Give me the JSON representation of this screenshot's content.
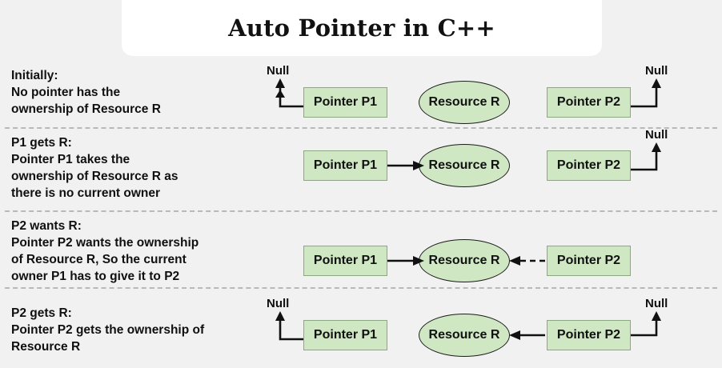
{
  "title": {
    "text": "Auto Pointer in C++"
  },
  "colors": {
    "background": "#f1f1f1",
    "card": "#ffffff",
    "node_fill": "#cfe7c3",
    "box_border": "#8aa881",
    "ellipse_border": "#1d1d1d",
    "separator": "#b9b9b9",
    "text": "#111111"
  },
  "labels": {
    "pointer_p1": "Pointer P1",
    "pointer_p2": "Pointer P2",
    "resource_r": "Resource R",
    "null": "Null"
  },
  "steps": [
    {
      "heading": "Initially:",
      "description": "No pointer has the\nownership of Resource R",
      "caption": "Initially:\nNo pointer has the\nownership of Resource R",
      "p1_target": "Null",
      "p2_target": "Null",
      "p1_edge_style": "solid",
      "p2_edge_style": "solid"
    },
    {
      "heading": "P1 gets R:",
      "description": "Pointer P1 takes the\nownership of Resource R as\nthere is no current owner",
      "caption": "P1 gets R:\nPointer P1 takes the\nownership of Resource R as\nthere is no current owner",
      "p1_target": "Resource R",
      "p2_target": "Null",
      "p1_edge_style": "solid",
      "p2_edge_style": "solid"
    },
    {
      "heading": "P2 wants R:",
      "description": "Pointer P2 wants the ownership\nof Resource R, So the current\nowner P1 has to give it to P2",
      "caption": "P2 wants R:\nPointer P2 wants the ownership\nof Resource R, So the current\nowner P1 has to give it to P2",
      "p1_target": "Resource R",
      "p2_target": "Resource R",
      "p1_edge_style": "solid",
      "p2_edge_style": "dashed"
    },
    {
      "heading": "P2 gets R:",
      "description": "Pointer P2 gets the ownership of\nResource R",
      "caption": "P2 gets R:\nPointer P2 gets the ownership of\nResource R",
      "p1_target": "Null",
      "p2_target": "Resource R",
      "p1_edge_style": "solid",
      "p2_edge_style": "solid"
    }
  ]
}
